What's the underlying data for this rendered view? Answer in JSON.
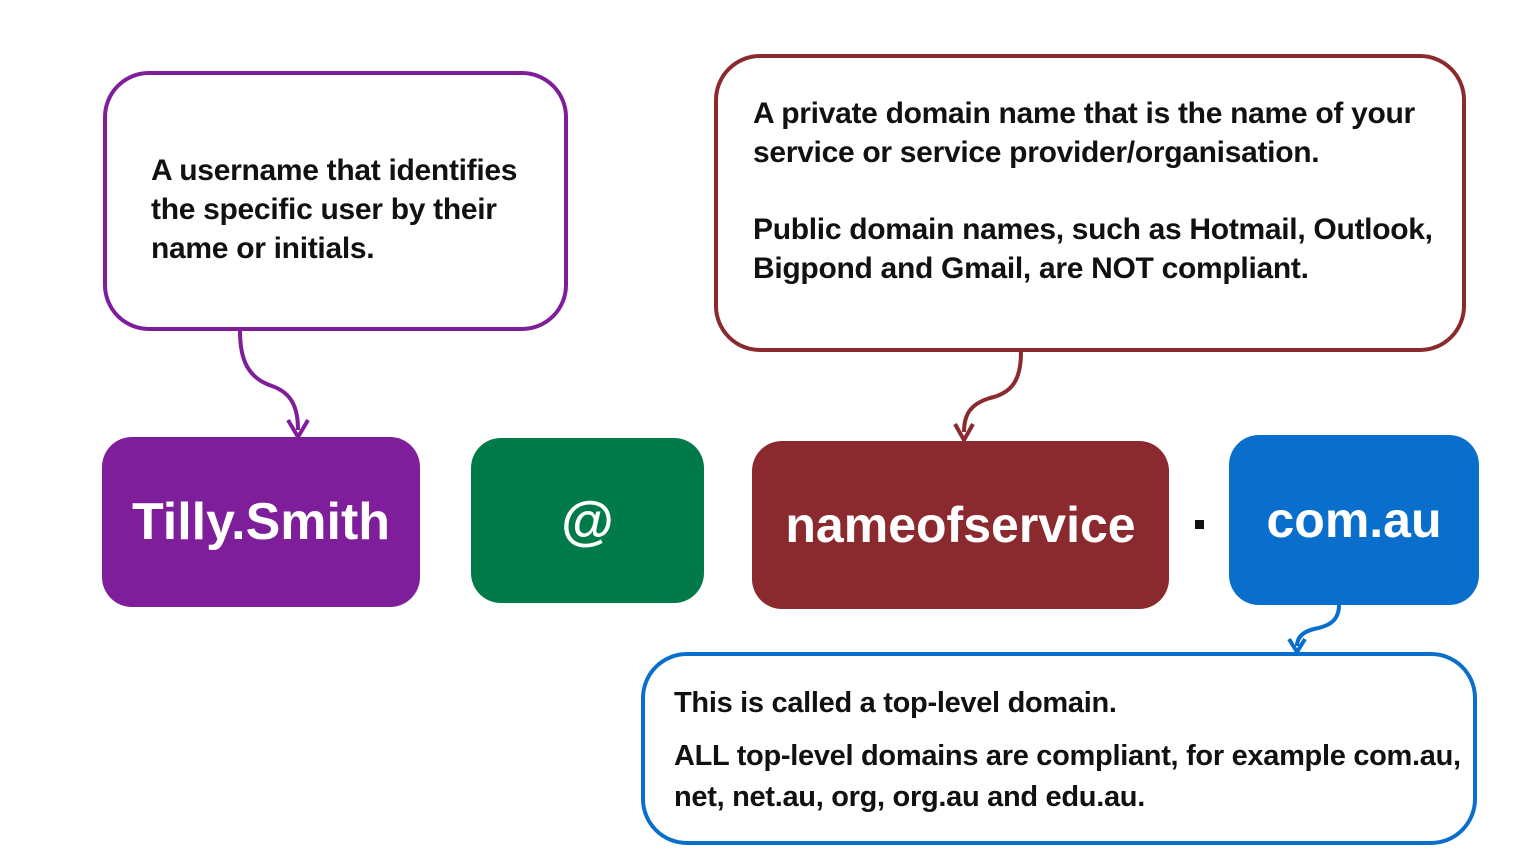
{
  "colors": {
    "username": "#7f1e9a",
    "at": "#017a4a",
    "domain": "#8b2a2e",
    "tld": "#0a6fcc",
    "text": "#111111"
  },
  "callouts": {
    "username": {
      "text": "A username that identifies the specific user by their name or initials."
    },
    "domain": {
      "para1": "A private domain name that is the name of your service or service provider/organisation.",
      "para2": "Public domain names, such as Hotmail, Outlook, Bigpond and Gmail, are NOT compliant."
    },
    "tld": {
      "para1": "This is called a top-level domain.",
      "para2": "ALL top-level domains are compliant, for example com.au, net, net.au, org, org.au and edu.au."
    }
  },
  "segments": {
    "username": "Tilly.Smith",
    "at": "@",
    "domain": "nameofservice",
    "separator": ".",
    "tld": "com.au"
  }
}
